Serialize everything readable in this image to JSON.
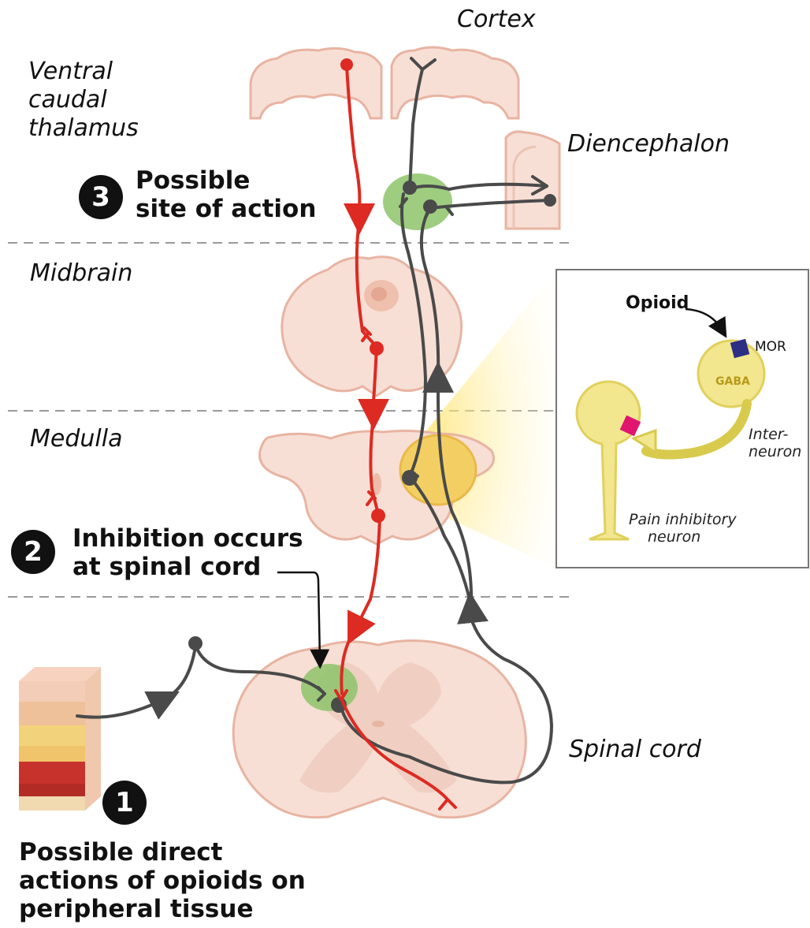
{
  "labels": {
    "cortex": "Cortex",
    "thalamus": [
      "Ventral",
      "caudal",
      "thalamus"
    ],
    "diencephalon": "Diencephalon",
    "midbrain": "Midbrain",
    "medulla": "Medulla",
    "spinal_cord": "Spinal cord"
  },
  "sites": [
    {
      "number": "3",
      "lines": [
        "Possible",
        "site of action"
      ]
    },
    {
      "number": "2",
      "lines": [
        "Inhibition occurs",
        "at spinal cord"
      ]
    },
    {
      "number": "1",
      "lines": [
        "Possible direct",
        "actions of opioids on",
        "peripheral tissue"
      ]
    }
  ],
  "inset": {
    "opioid": "Opioid",
    "receptor": "MOR",
    "gaba": "GABA",
    "interneuron": [
      "Inter-",
      "neuron"
    ],
    "pain_neuron": [
      "Pain inhibitory",
      "neuron"
    ]
  },
  "colors": {
    "tissue": "#f7dfd5",
    "tissue_outline": "#e8b4a2",
    "ascending_pathway": "#4a4a4a",
    "descending_pathway": "#dd2a22",
    "site_of_action": "#8dc46a",
    "inset_neuron": "#e4d86a",
    "receptor": "#2c2f84",
    "pain_neuron_receptor": "#e0156f"
  }
}
